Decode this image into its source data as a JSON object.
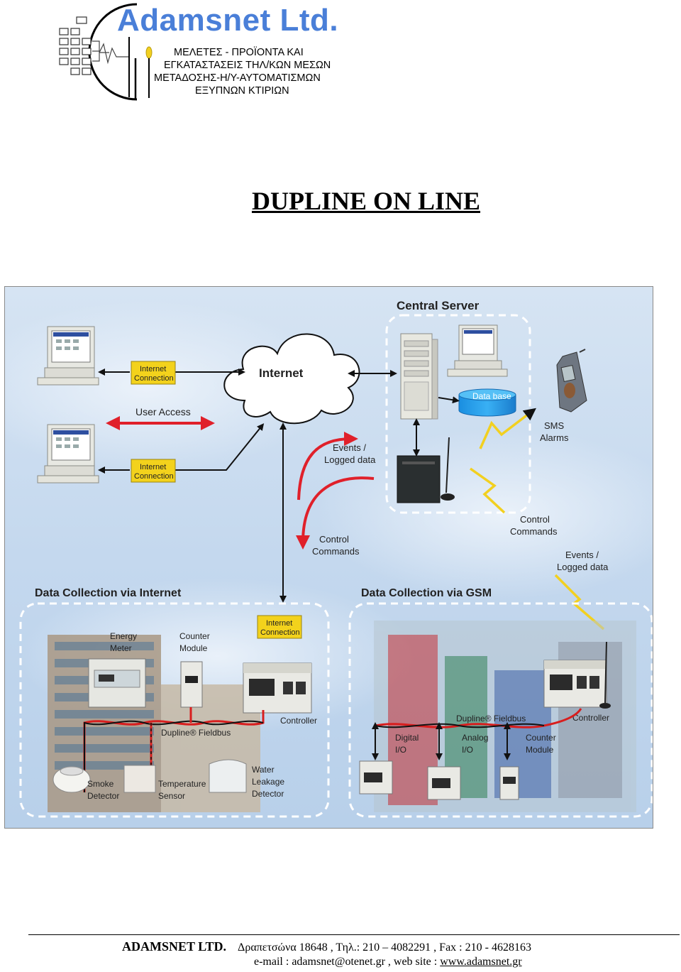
{
  "header": {
    "company_name": "Adamsnet Ltd.",
    "tagline_lines": [
      "ΜΕΛΕΤΕΣ - ΠΡΟΪΟΝΤΑ ΚΑΙ",
      "ΕΓΚΑΤΑΣΤΑΣΕΙΣ ΤΗΛ/ΚΩΝ ΜΕΣΩΝ",
      "ΜΕΤΑΔΟΣΗΣ-Η/Υ-ΑΥΤΟΜΑΤΙΣΜΩΝ",
      "ΕΞΥΠΝΩΝ ΚΤΙΡΙΩΝ"
    ]
  },
  "title": "DUPLINE ON LINE",
  "diagram": {
    "central_server": "Central Server",
    "internet": "Internet",
    "internet_connection_lines": [
      "Internet",
      "Connection"
    ],
    "user_access": "User Access",
    "data_base": "Data base",
    "sms_alarms_lines": [
      "SMS",
      "Alarms"
    ],
    "events_logged_lines": [
      "Events /",
      "Logged data"
    ],
    "control_commands_lines": [
      "Control",
      "Commands"
    ],
    "collection_internet": "Data Collection via Internet",
    "collection_gsm": "Data Collection via GSM",
    "energy_meter_lines": [
      "Energy",
      "Meter"
    ],
    "counter_module_lines": [
      "Counter",
      "Module"
    ],
    "controller": "Controller",
    "fieldbus": "Dupline® Fieldbus",
    "smoke_detector_lines": [
      "Smoke",
      "Detector"
    ],
    "temperature_sensor_lines": [
      "Temperature",
      "Sensor"
    ],
    "water_leakage_lines": [
      "Water",
      "Leakage",
      "Detector"
    ],
    "digital_io_lines": [
      "Digital",
      "I/O"
    ],
    "analog_io_lines": [
      "Analog",
      "I/O"
    ]
  },
  "footer": {
    "company": "ADAMSNET LTD.",
    "address": "Δραπετσώνα 18648 , Τηλ.: 210 – 4082291 , Fax : 210 - 4628163",
    "email": "e-mail : adamsnet@otenet.gr ,",
    "website_label": "web site :",
    "website": "www.adamsnet.gr"
  },
  "colors": {
    "logo_blue": "#4a7fd8",
    "diagram_sky": "#c9dcef",
    "internet_box": "#f3d21c",
    "arrow_red": "#e0202a",
    "lightning_yellow": "#f2d020",
    "database_blue": "#1e9be8",
    "fieldbus_red": "#d81e1e"
  }
}
